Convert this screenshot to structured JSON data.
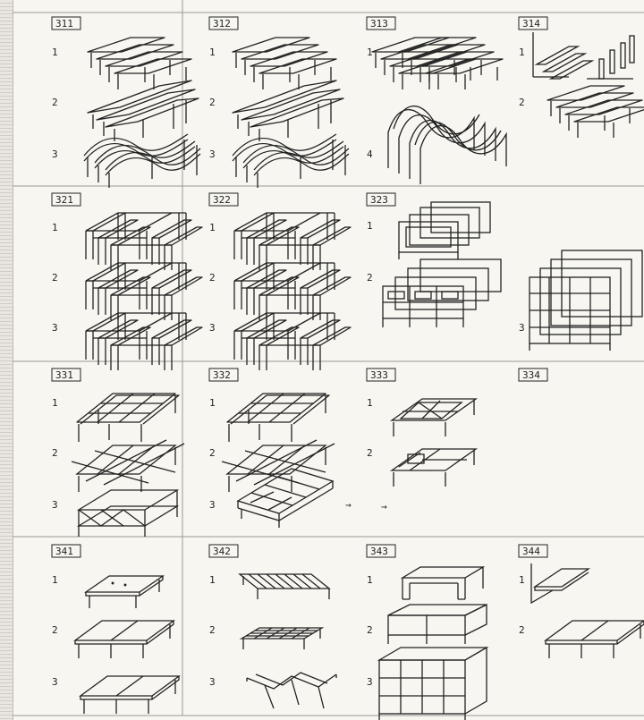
{
  "sections": [
    {
      "id": "311",
      "rows": [
        {
          "num": "1",
          "kind": "beam-flat"
        },
        {
          "num": "2",
          "kind": "beam-sloped"
        },
        {
          "num": "3",
          "kind": "beam-wave"
        }
      ]
    },
    {
      "id": "312",
      "rows": [
        {
          "num": "1",
          "kind": "beam-flat"
        },
        {
          "num": "2",
          "kind": "beam-sloped"
        },
        {
          "num": "3",
          "kind": "beam-wave"
        }
      ]
    },
    {
      "id": "313",
      "rows": [
        {
          "num": "1",
          "kind": "beam-cross"
        },
        {
          "num": "4",
          "kind": "beam-arch"
        }
      ]
    },
    {
      "id": "314",
      "rows": [
        {
          "num": "1",
          "kind": "cantilever"
        },
        {
          "num": "2",
          "kind": "beam-flat"
        }
      ]
    },
    {
      "id": "321",
      "rows": [
        {
          "num": "1",
          "kind": "frame"
        },
        {
          "num": "2",
          "kind": "frame"
        },
        {
          "num": "3",
          "kind": "frame"
        }
      ]
    },
    {
      "id": "322",
      "rows": [
        {
          "num": "1",
          "kind": "frame"
        },
        {
          "num": "2",
          "kind": "frame"
        },
        {
          "num": "3",
          "kind": "frame"
        }
      ]
    },
    {
      "id": "323",
      "rows": [
        {
          "num": "1",
          "kind": "frame-box"
        },
        {
          "num": "2",
          "kind": "frame-multi"
        },
        {
          "num": "3",
          "kind": "frame-tower"
        }
      ]
    },
    {
      "id": "331",
      "rows": [
        {
          "num": "1",
          "kind": "grid"
        },
        {
          "num": "2",
          "kind": "grid-diag"
        },
        {
          "num": "3",
          "kind": "grid-truss"
        }
      ]
    },
    {
      "id": "332",
      "rows": [
        {
          "num": "1",
          "kind": "grid"
        },
        {
          "num": "2",
          "kind": "grid-diag"
        },
        {
          "num": "3",
          "kind": "grid-skew"
        }
      ]
    },
    {
      "id": "333",
      "rows": [
        {
          "num": "1",
          "kind": "grid-ring"
        },
        {
          "num": "2",
          "kind": "grid-frame"
        }
      ]
    },
    {
      "id": "334",
      "rows": []
    },
    {
      "id": "341",
      "rows": [
        {
          "num": "1",
          "kind": "slab"
        },
        {
          "num": "2",
          "kind": "slab-split"
        },
        {
          "num": "3",
          "kind": "slab-split"
        }
      ]
    },
    {
      "id": "342",
      "rows": [
        {
          "num": "1",
          "kind": "slab-ribbed"
        },
        {
          "num": "2",
          "kind": "slab-waffle"
        },
        {
          "num": "3",
          "kind": "slab-folded"
        }
      ]
    },
    {
      "id": "343",
      "rows": [
        {
          "num": "1",
          "kind": "box"
        },
        {
          "num": "2",
          "kind": "box-two"
        },
        {
          "num": "3",
          "kind": "box-stack"
        }
      ]
    },
    {
      "id": "344",
      "rows": [
        {
          "num": "1",
          "kind": "slab-cantilever"
        },
        {
          "num": "2",
          "kind": "slab-split"
        }
      ]
    }
  ],
  "arrows": [
    "→",
    "→"
  ]
}
